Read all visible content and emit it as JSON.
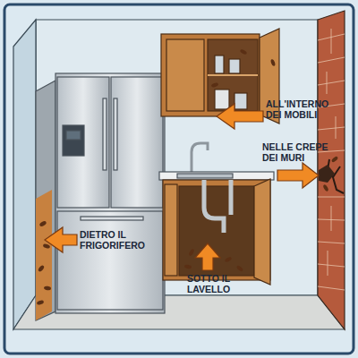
{
  "diagram": {
    "labels": [
      "ALL'INTERNO DEI MOBILI",
      "NELLE CREPE DEI MURI",
      "DIETRO IL FRIGORIFERO",
      "SOTTO IL LAVELLO"
    ]
  }
}
